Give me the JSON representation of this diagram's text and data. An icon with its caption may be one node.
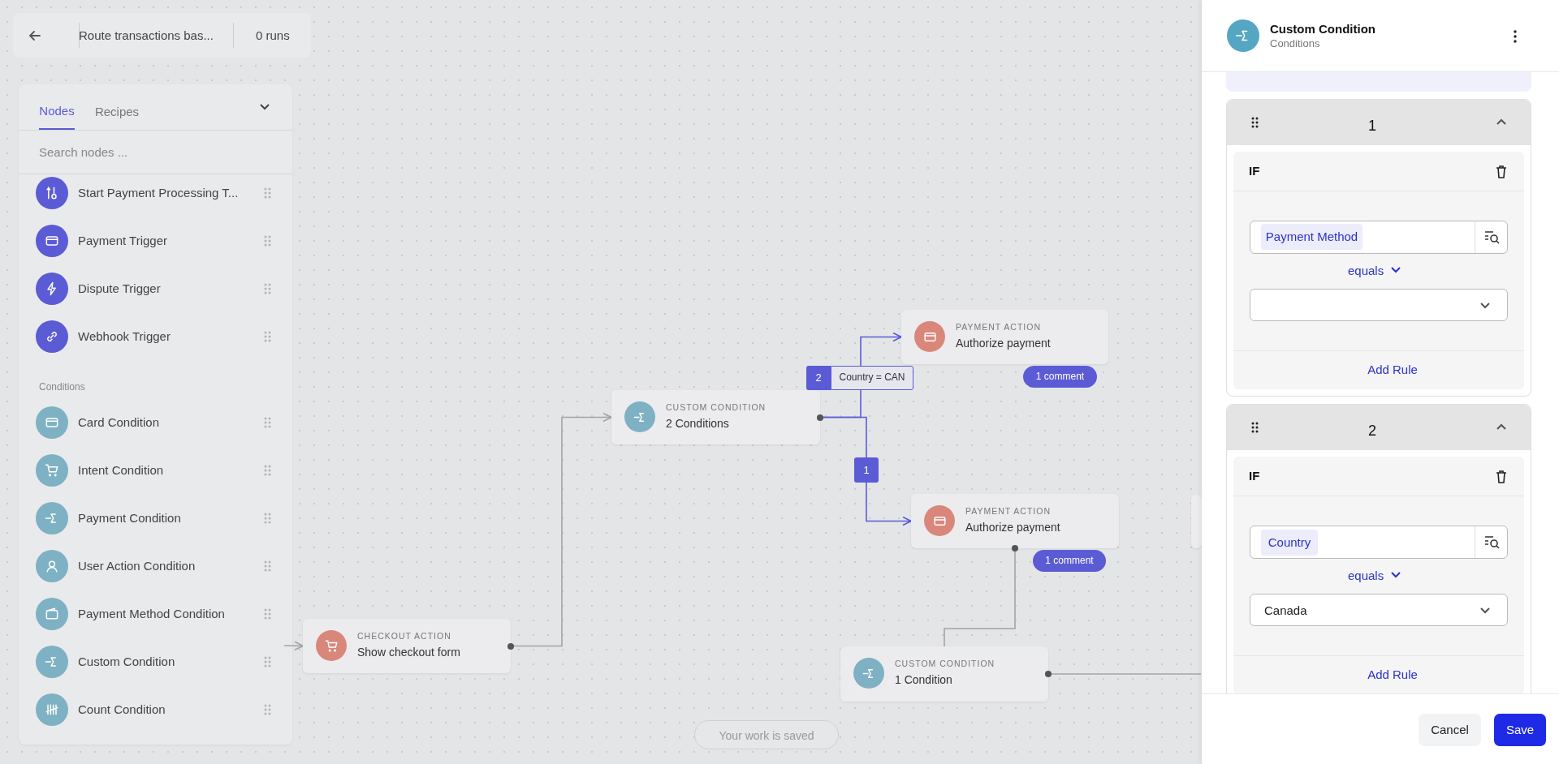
{
  "diagram": {
    "nodes": [
      {
        "text": [
          "CHECKOUT ACTION",
          "Show checkout form"
        ]
      },
      {
        "text": [
          "CUSTOM CONDITION",
          "2 Conditions"
        ]
      },
      {
        "text": [
          "PAYMENT ACTION",
          "Authorize payment"
        ],
        "beside": [
          "1 comment"
        ]
      },
      {
        "text": [
          "PAYMENT ACTION",
          "Authorize payment"
        ],
        "beside": [
          "1 comment"
        ]
      },
      {
        "text": [
          "CUSTOM CONDITION",
          "1 Condition"
        ]
      },
      {
        "text": [],
        "shape": "box"
      }
    ],
    "edges": [
      {
        "from": 0,
        "to": 1,
        "arrow": "to"
      },
      {
        "from": 1,
        "to": 2,
        "arrow": "to",
        "label": "Country = CAN",
        "color": "#5b5bd6"
      },
      {
        "from": 1,
        "to": 3,
        "arrow": "to",
        "color": "#5b5bd6"
      },
      {
        "from": 3,
        "to": 4,
        "arrow": "none"
      },
      {
        "from": 4,
        "to": null,
        "arrow": "none"
      },
      {
        "from": null,
        "to": 0,
        "arrow": "to"
      }
    ],
    "labels": [
      "Route transactions bas...",
      "0 runs",
      "Nodes",
      "Recipes",
      "Search nodes ...",
      "Start Payment Processing T...",
      "Payment Trigger",
      "Dispute Trigger",
      "Webhook Trigger",
      "Conditions",
      "Card Condition",
      "Intent Condition",
      "Payment Condition",
      "User Action Condition",
      "Payment Method Condition",
      "Custom Condition",
      "Count Condition",
      "2",
      "1",
      "Your work is saved",
      "Custom Condition",
      "Conditions",
      "1",
      "IF",
      "Payment Method",
      "equals",
      "Add Rule",
      "2",
      "IF",
      "Country",
      "equals",
      "Canada",
      "Add Rule",
      "Cancel",
      "Save"
    ]
  }
}
